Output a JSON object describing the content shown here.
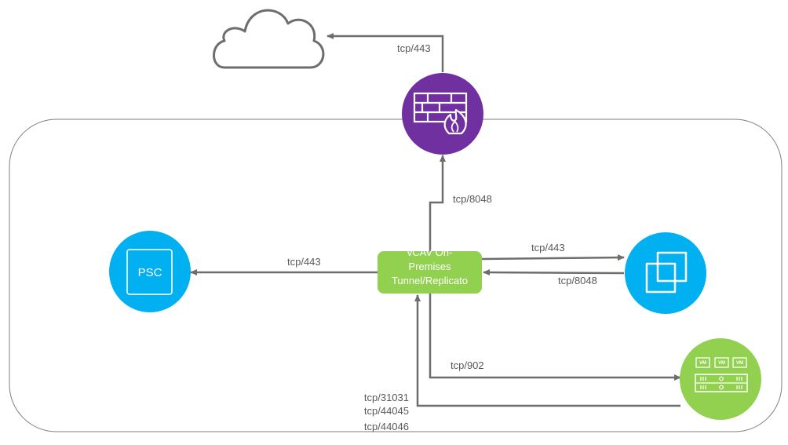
{
  "nodes": {
    "cloud": {
      "icon": "cloud-icon"
    },
    "firewall": {
      "icon": "firewall-icon",
      "color": "#7030a0"
    },
    "psc": {
      "label": "PSC",
      "color": "#00b0f0"
    },
    "vcav": {
      "lines": [
        "vCAV On-",
        "Premises",
        "Tunnel/Replicato"
      ],
      "color": "#92d050"
    },
    "vcenter": {
      "icon": "vcenter-icon",
      "color": "#00b0f0"
    },
    "esxi": {
      "icon": "esxi-host-icon",
      "vm_label": "VM",
      "color": "#92d050"
    }
  },
  "connections": {
    "firewall_to_cloud": "tcp/443",
    "vcav_to_firewall": "tcp/8048",
    "vcav_to_psc": "tcp/443",
    "vcav_to_vcenter": "tcp/443",
    "vcenter_to_vcav": "tcp/8048",
    "vcav_to_esxi": "tcp/902",
    "esxi_to_vcav": [
      "tcp/31031",
      "tcp/44045",
      "tcp/44046"
    ]
  }
}
